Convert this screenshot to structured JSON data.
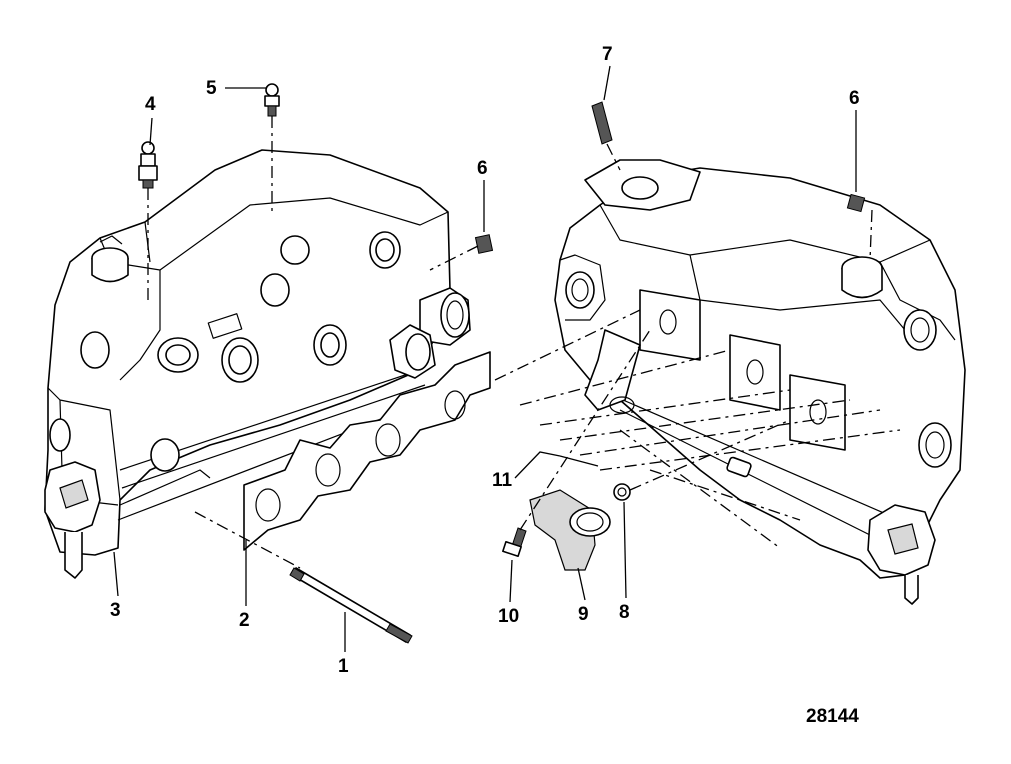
{
  "callouts": [
    "1",
    "2",
    "3",
    "4",
    "5",
    "6",
    "6",
    "7",
    "8",
    "9",
    "10",
    "11"
  ],
  "figure_number": "28144",
  "colors": {
    "line": "#000000",
    "background": "#ffffff",
    "shade": "#d8d8d8"
  }
}
